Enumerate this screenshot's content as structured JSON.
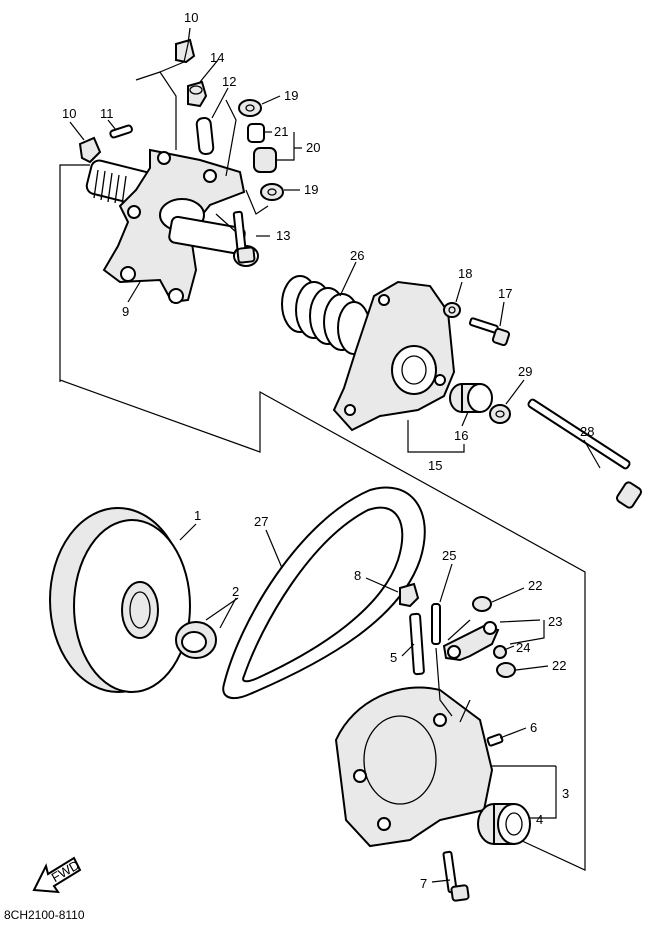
{
  "callouts": [
    {
      "id": "10a",
      "text": "10"
    },
    {
      "id": "14",
      "text": "14"
    },
    {
      "id": "12",
      "text": "12"
    },
    {
      "id": "19a",
      "text": "19"
    },
    {
      "id": "10b",
      "text": "10"
    },
    {
      "id": "11",
      "text": "11"
    },
    {
      "id": "21",
      "text": "21"
    },
    {
      "id": "20",
      "text": "20"
    },
    {
      "id": "19b",
      "text": "19"
    },
    {
      "id": "13",
      "text": "13"
    },
    {
      "id": "9",
      "text": "9"
    },
    {
      "id": "26",
      "text": "26"
    },
    {
      "id": "18",
      "text": "18"
    },
    {
      "id": "17",
      "text": "17"
    },
    {
      "id": "29",
      "text": "29"
    },
    {
      "id": "16",
      "text": "16"
    },
    {
      "id": "15",
      "text": "15"
    },
    {
      "id": "28",
      "text": "28"
    },
    {
      "id": "1",
      "text": "1"
    },
    {
      "id": "27",
      "text": "27"
    },
    {
      "id": "8",
      "text": "8"
    },
    {
      "id": "25",
      "text": "25"
    },
    {
      "id": "22a",
      "text": "22"
    },
    {
      "id": "2",
      "text": "2"
    },
    {
      "id": "23",
      "text": "23"
    },
    {
      "id": "24",
      "text": "24"
    },
    {
      "id": "22b",
      "text": "22"
    },
    {
      "id": "5",
      "text": "5"
    },
    {
      "id": "6",
      "text": "6"
    },
    {
      "id": "3",
      "text": "3"
    },
    {
      "id": "4",
      "text": "4"
    },
    {
      "id": "7",
      "text": "7"
    }
  ],
  "fwd_label": "FWD",
  "diagram_code": "8CH2100-8110"
}
